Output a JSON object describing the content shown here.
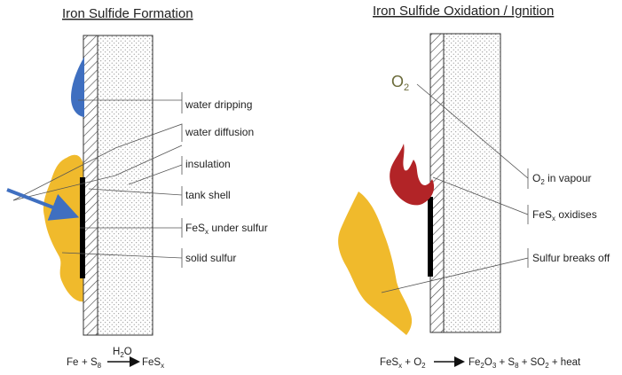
{
  "left_panel": {
    "title": "Iron Sulfide Formation",
    "labels": {
      "water_dripping": "water dripping",
      "water_diffusion": "water diffusion",
      "insulation": "insulation",
      "tank_shell": "tank shell",
      "fesx_under_sulfur": {
        "pre": "FeS",
        "sub": "x",
        "post": " under sulfur"
      },
      "solid_sulfur": "solid sulfur"
    },
    "equation": {
      "reactant_1": "Fe",
      "plus": "+",
      "reactant_2": {
        "pre": "S",
        "sub": "8"
      },
      "condition": {
        "pre": "H",
        "sub": "2",
        "post": "O"
      },
      "product": {
        "pre": "FeS",
        "sub": "x"
      }
    }
  },
  "right_panel": {
    "title": "Iron Sulfide Oxidation / Ignition",
    "o2_label": {
      "pre": "O",
      "sub": "2"
    },
    "labels": {
      "o2_in_vapour": {
        "pre": "O",
        "sub": "2",
        "post": " in vapour"
      },
      "fesx_oxidises": {
        "pre": "FeS",
        "sub": "x",
        "post": " oxidises"
      },
      "sulfur_breaks_off": "Sulfur breaks off"
    },
    "equation": {
      "reactants": [
        {
          "pre": "FeS",
          "sub": "x"
        },
        {
          "pre": " + O",
          "sub": "2"
        }
      ],
      "products": [
        {
          "pre": "Fe",
          "sub": "2"
        },
        {
          "pre": "O",
          "sub": "3"
        },
        {
          "pre": " + S",
          "sub": "8"
        },
        {
          "pre": " + SO",
          "sub": "2"
        },
        {
          "pre": " + heat",
          "sub": ""
        }
      ]
    }
  },
  "colors": {
    "sulfur": "#F0BA2C",
    "water": "#3F6FC0",
    "flame": "#B22427",
    "fes_layer": "#000000",
    "o2_text": "#6B6B3A"
  }
}
